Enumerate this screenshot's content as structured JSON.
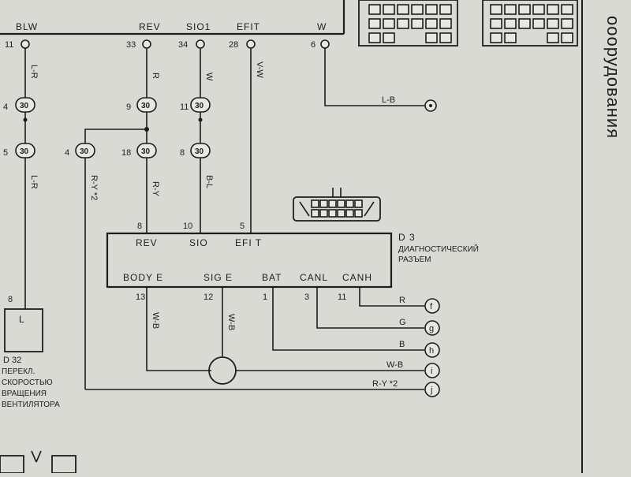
{
  "page_edge_text": "ооорудования",
  "top_bus": {
    "labels": [
      "BLW",
      "REV",
      "SIO1",
      "EFIT",
      "W"
    ],
    "pins": [
      "11",
      "33",
      "34",
      "28",
      "6"
    ]
  },
  "wire_colors": {
    "blw": "L-R",
    "rev_top": "R",
    "sio_top": "W",
    "efit": "V-W",
    "w_out": "L-B",
    "ry2": "R-Y *2",
    "ry": "R-Y",
    "bl": "B-L",
    "blw_low": "L-R",
    "body_e": "W-B",
    "sig_e": "W-B"
  },
  "inline_connectors": {
    "label": "30",
    "pins": [
      "4",
      "5",
      "9",
      "18",
      "11",
      "8",
      "4"
    ]
  },
  "diag_connector": {
    "id": "D 3",
    "name_line1": "ДИАГНОСТИЧЕСКИЙ",
    "name_line2": "РАЗЪЕМ",
    "top_labels": [
      "REV",
      "SIO",
      "EFI T"
    ],
    "top_pins": [
      "8",
      "10",
      "5"
    ],
    "bottom_labels": [
      "BODY E",
      "SIG E",
      "BAT",
      "CANL",
      "CANH"
    ],
    "bottom_pins": [
      "13",
      "12",
      "1",
      "3",
      "11"
    ]
  },
  "switch_d32": {
    "pin": "8",
    "terminal": "L",
    "id": "D 32",
    "caption": [
      "ПЕРЕКЛ.",
      "СКОРОСТЬЮ",
      "ВРАЩЕНИЯ",
      "ВЕНТИЛЯТОРА"
    ]
  },
  "outputs": [
    {
      "color": "R",
      "terminal": "f"
    },
    {
      "color": "G",
      "terminal": "g"
    },
    {
      "color": "B",
      "terminal": "h"
    },
    {
      "color": "W-B",
      "terminal": "i"
    },
    {
      "color": "R-Y *2",
      "terminal": "j"
    }
  ]
}
